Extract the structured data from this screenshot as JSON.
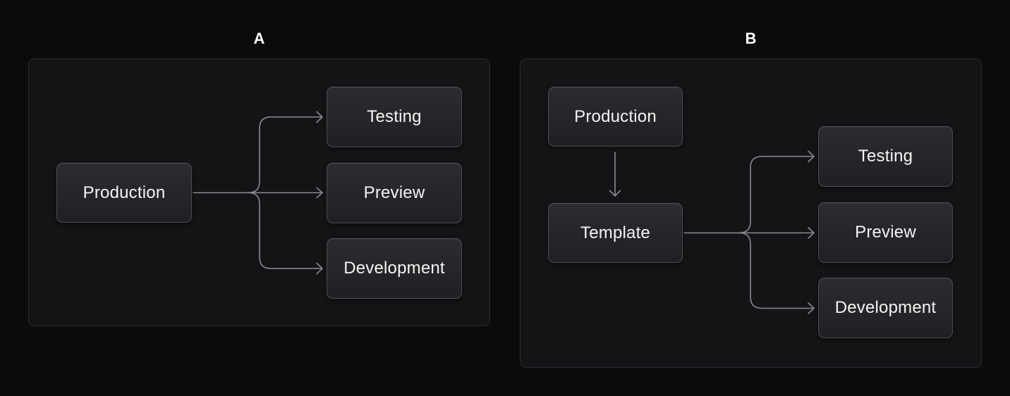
{
  "colors": {
    "canvas-bg": "#0b0b0c",
    "panel-bg": "#141416",
    "panel-border": "#2b2b2f",
    "node-bg-top": "#2b2c30",
    "node-bg-bottom": "#1f2023",
    "node-border": "#4a4d52",
    "connector": "#888b90",
    "node-text": "#f4f4f4",
    "label-text": "#ffffff"
  },
  "diagram_a": {
    "label": "A",
    "nodes": {
      "production": "Production",
      "testing": "Testing",
      "preview": "Preview",
      "development": "Development"
    },
    "edges": [
      {
        "from": "production",
        "to": "testing"
      },
      {
        "from": "production",
        "to": "preview"
      },
      {
        "from": "production",
        "to": "development"
      }
    ]
  },
  "diagram_b": {
    "label": "B",
    "nodes": {
      "production": "Production",
      "template": "Template",
      "testing": "Testing",
      "preview": "Preview",
      "development": "Development"
    },
    "edges": [
      {
        "from": "production",
        "to": "template"
      },
      {
        "from": "template",
        "to": "testing"
      },
      {
        "from": "template",
        "to": "preview"
      },
      {
        "from": "template",
        "to": "development"
      }
    ]
  }
}
